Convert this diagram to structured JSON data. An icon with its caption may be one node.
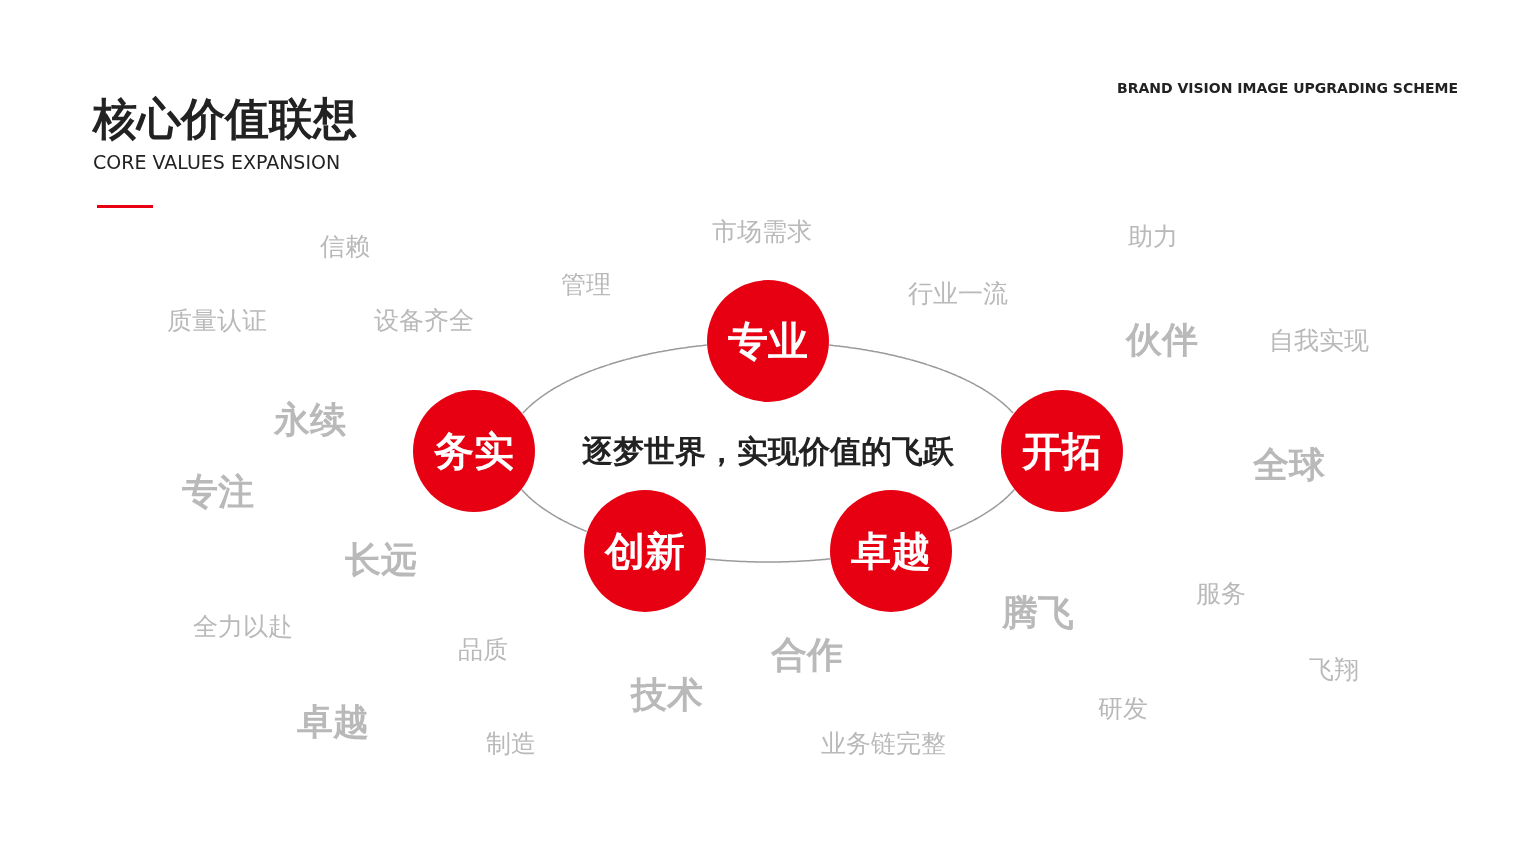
{
  "diagram": {
    "title": "核心价值联想",
    "nodes": [
      {
        "text": [
          "专业"
        ]
      },
      {
        "text": [
          "务实"
        ]
      },
      {
        "text": [
          "开拓"
        ]
      },
      {
        "text": [
          "创新"
        ]
      },
      {
        "text": [
          "卓越"
        ]
      }
    ],
    "edges": [
      {
        "from": 1,
        "to": 0,
        "arrow": "none"
      },
      {
        "from": 0,
        "to": 2,
        "arrow": "none"
      },
      {
        "from": 2,
        "to": 4,
        "arrow": "none"
      },
      {
        "from": 4,
        "to": 3,
        "arrow": "none"
      },
      {
        "from": 3,
        "to": 1,
        "arrow": "none"
      }
    ],
    "labels": [
      "CORE VALUES EXPANSION",
      "BRAND VISION IMAGE UPGRADING SCHEME",
      "信赖",
      "市场需求",
      "助力",
      "管理",
      "行业一流",
      "质量认证",
      "设备齐全",
      "伙伴",
      "自我实现",
      "永续",
      "逐梦世界，实现价值的飞跃",
      "全球",
      "专注",
      "长远",
      "全力以赴",
      "腾飞",
      "服务",
      "品质",
      "合作",
      "飞翔",
      "卓越",
      "技术",
      "研发",
      "制造",
      "业务链完整"
    ]
  }
}
